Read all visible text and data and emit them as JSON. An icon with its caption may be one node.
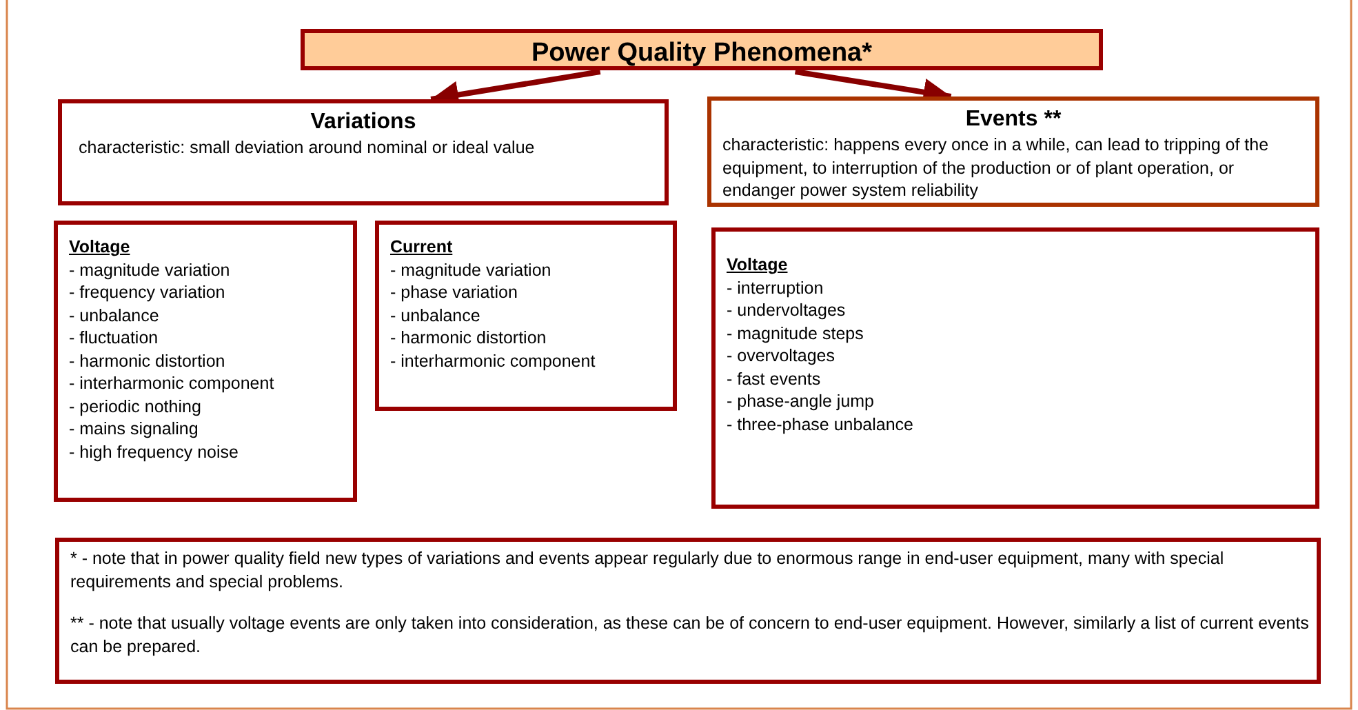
{
  "diagram": {
    "nodes": [
      {
        "text": [
          "Power Quality Phenomena*"
        ]
      },
      {
        "text": [
          "Variations",
          "characteristic: small deviation around nominal or ideal value"
        ]
      },
      {
        "text": [
          "Voltage",
          "- magnitude variation",
          "- frequency variation",
          "- unbalance",
          "- fluctuation",
          "- harmonic distortion",
          "- interharmonic component",
          "- periodic nothing",
          "- mains signaling",
          "- high frequency noise"
        ]
      },
      {
        "text": [
          "Current",
          "- magnitude variation",
          "- phase variation",
          "- unbalance",
          "- harmonic distortion",
          "- interharmonic component"
        ]
      },
      {
        "text": [
          "Events **",
          "characteristic: happens every once in a while, can lead to tripping of the equipment, to interruption of the production or of plant operation, or endanger power system reliability"
        ]
      },
      {
        "text": [
          "Voltage",
          "- interruption",
          "- undervoltages",
          "- magnitude steps",
          "- overvoltages",
          "- fast events",
          "- phase-angle jump",
          "- three-phase unbalance"
        ]
      },
      {
        "text": [
          "* - note that in power quality field new types of variations and events appear regularly due to enormous range in end-user equipment, many with special requirements and special problems.",
          "** - note that usually voltage events are only taken into consideration, as these can be of concern to end-user equipment. However, similarly a list of current events can be prepared."
        ]
      }
    ],
    "edges": [
      {
        "from": 0,
        "to": 1,
        "arrow": "to"
      },
      {
        "from": 0,
        "to": 4,
        "arrow": "to"
      }
    ]
  }
}
